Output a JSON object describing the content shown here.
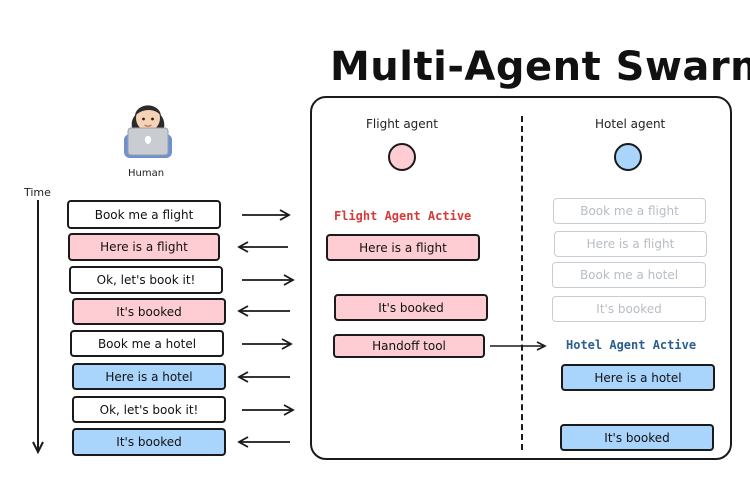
{
  "title": "Multi-Agent Swarm",
  "human_label": "Human",
  "time_label": "Time",
  "flight_agent": {
    "label": "Flight agent",
    "status": "Flight Agent Active",
    "messages": [
      "Here is a flight",
      "It's booked",
      "Handoff tool"
    ]
  },
  "hotel_agent": {
    "label": "Hotel agent",
    "status": "Hotel Agent Active",
    "inactive_messages": [
      "Book me a flight",
      "Here is a flight",
      "Book me a hotel",
      "It's booked"
    ],
    "messages": [
      "Here is a hotel",
      "It's booked"
    ]
  },
  "conversation": [
    {
      "text": "Book me a flight",
      "style": "white",
      "direction": "right"
    },
    {
      "text": "Here is a flight",
      "style": "pink",
      "direction": "left"
    },
    {
      "text": "Ok, let's book it!",
      "style": "white",
      "direction": "right"
    },
    {
      "text": "It's booked",
      "style": "pink",
      "direction": "left"
    },
    {
      "text": "Book me a hotel",
      "style": "white",
      "direction": "right"
    },
    {
      "text": "Here is a hotel",
      "style": "blue",
      "direction": "left"
    },
    {
      "text": "Ok, let's book it!",
      "style": "white",
      "direction": "right"
    },
    {
      "text": "It's booked",
      "style": "blue",
      "direction": "left"
    }
  ],
  "colors": {
    "flight": "#fdcdd3",
    "hotel": "#a9d4fb",
    "flight_status": "#d63a3a",
    "hotel_status": "#2b5f8e",
    "inactive": "#c8cdd3"
  }
}
